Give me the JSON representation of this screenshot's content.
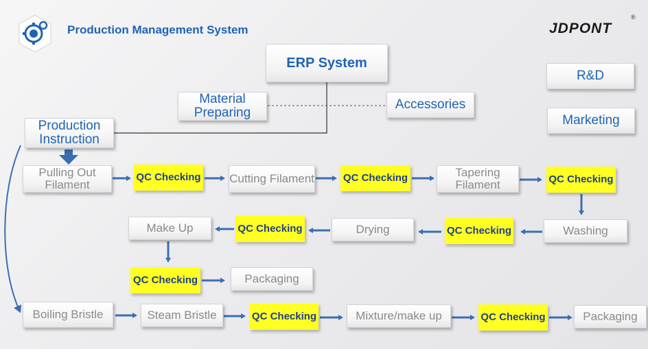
{
  "header": {
    "title": "Production Management System",
    "brand": "JDPONT",
    "registered": "®",
    "logo_icon": "gear-worker-icon"
  },
  "nodes": {
    "erp": "ERP System",
    "material": "Material Preparing",
    "accessories": "Accessories",
    "production": "Production Instruction",
    "rnd": "R&D",
    "marketing": "Marketing",
    "pulling": "Pulling Out Filament",
    "cutting": "Cutting Filament",
    "tapering": "Tapering Filament",
    "washing": "Washing",
    "drying": "Drying",
    "makeup": "Make Up",
    "packaging1": "Packaging",
    "boiling": "Boiling Bristle",
    "steam": "Steam Bristle",
    "mixture": "Mixture/make up",
    "packaging2": "Packaging",
    "qc": "QC Checking"
  },
  "colors": {
    "accent_blue": "#1f63b5",
    "qc_yellow": "#ffff22",
    "arrow_blue": "#3b6db3"
  }
}
